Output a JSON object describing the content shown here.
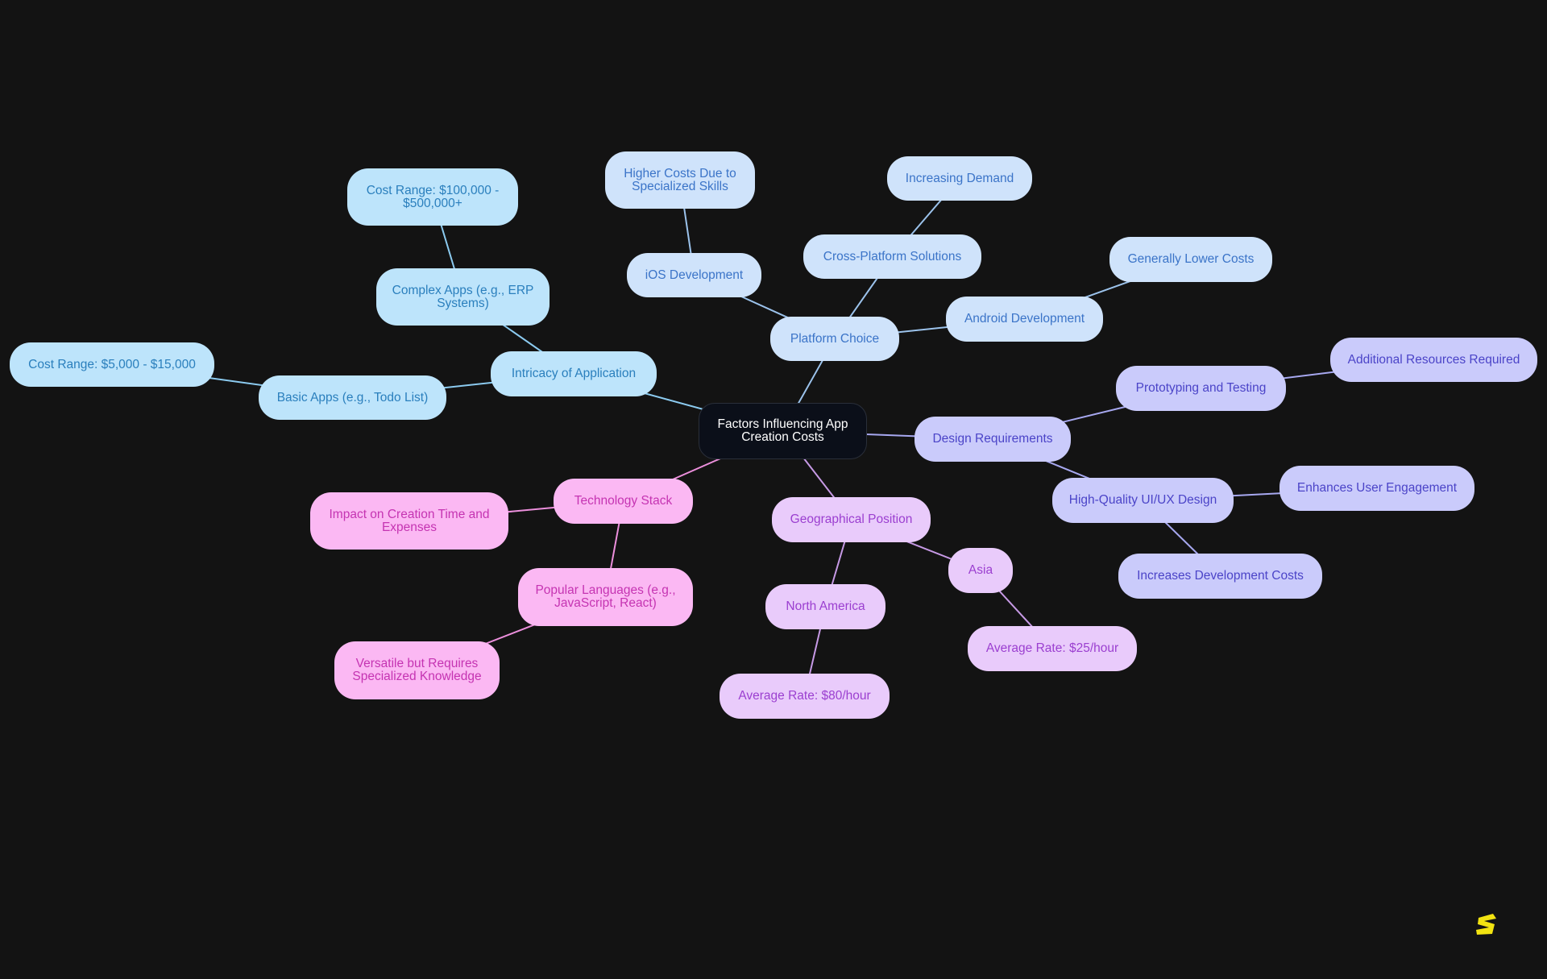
{
  "root": "Factors Influencing App\nCreation Costs",
  "colors": {
    "background": "#131313",
    "intricacy": "#8ccbf0",
    "platform": "#9cc3ec",
    "design": "#a7a8f0",
    "geography": "#c79ae6",
    "technology": "#ec8fdc",
    "logo": "#f2e311"
  },
  "branches": {
    "intricacy": {
      "label": "Intricacy of Application",
      "basic": "Basic Apps (e.g., Todo List)",
      "basic_cost": "Cost Range: $5,000 - $15,000",
      "complex": "Complex Apps (e.g., ERP\nSystems)",
      "complex_cost": "Cost Range: $100,000 -\n$500,000+"
    },
    "platform": {
      "label": "Platform Choice",
      "ios": "iOS Development",
      "ios_note": "Higher Costs Due to\nSpecialized Skills",
      "cross": "Cross-Platform Solutions",
      "cross_note": "Increasing Demand",
      "android": "Android Development",
      "android_note": "Generally Lower Costs"
    },
    "design": {
      "label": "Design Requirements",
      "proto": "Prototyping and Testing",
      "proto_note": "Additional Resources Required",
      "uiux": "High-Quality UI/UX Design",
      "uiux_note1": "Enhances User Engagement",
      "uiux_note2": "Increases Development Costs"
    },
    "geography": {
      "label": "Geographical Position",
      "asia": "Asia",
      "asia_rate": "Average Rate: $25/hour",
      "na": "North America",
      "na_rate": "Average Rate: $80/hour"
    },
    "technology": {
      "label": "Technology Stack",
      "impact": "Impact on Creation Time and\nExpenses",
      "languages": "Popular Languages (e.g.,\nJavaScript, React)",
      "languages_note": "Versatile but Requires\nSpecialized Knowledge"
    }
  },
  "logo_icon": "logo-s-icon"
}
